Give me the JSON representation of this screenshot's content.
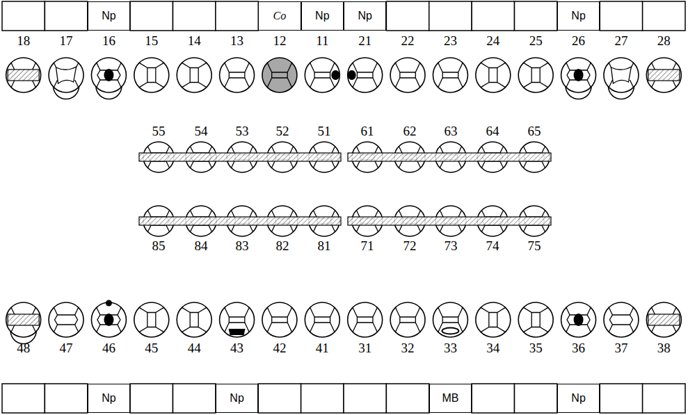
{
  "diagram": {
    "nodes": [
      {
        "text": [
          "Np"
        ]
      },
      {
        "text": [
          "Co"
        ]
      },
      {
        "text": [
          "Np"
        ]
      },
      {
        "text": [
          "Np"
        ]
      },
      {
        "text": [
          "Np"
        ]
      },
      {
        "text": [
          "Np"
        ]
      },
      {
        "text": [
          "Np"
        ]
      },
      {
        "text": [
          "MB"
        ]
      },
      {
        "text": [
          "Np"
        ]
      }
    ],
    "labels": [
      "18",
      "17",
      "16",
      "15",
      "14",
      "13",
      "12",
      "11",
      "21",
      "22",
      "23",
      "24",
      "25",
      "26",
      "27",
      "28",
      "55",
      "54",
      "53",
      "52",
      "51",
      "61",
      "62",
      "63",
      "64",
      "65",
      "85",
      "84",
      "83",
      "82",
      "81",
      "71",
      "72",
      "73",
      "74",
      "75",
      "48",
      "47",
      "46",
      "45",
      "44",
      "43",
      "42",
      "41",
      "31",
      "32",
      "33",
      "34",
      "35",
      "36",
      "37",
      "38"
    ]
  }
}
